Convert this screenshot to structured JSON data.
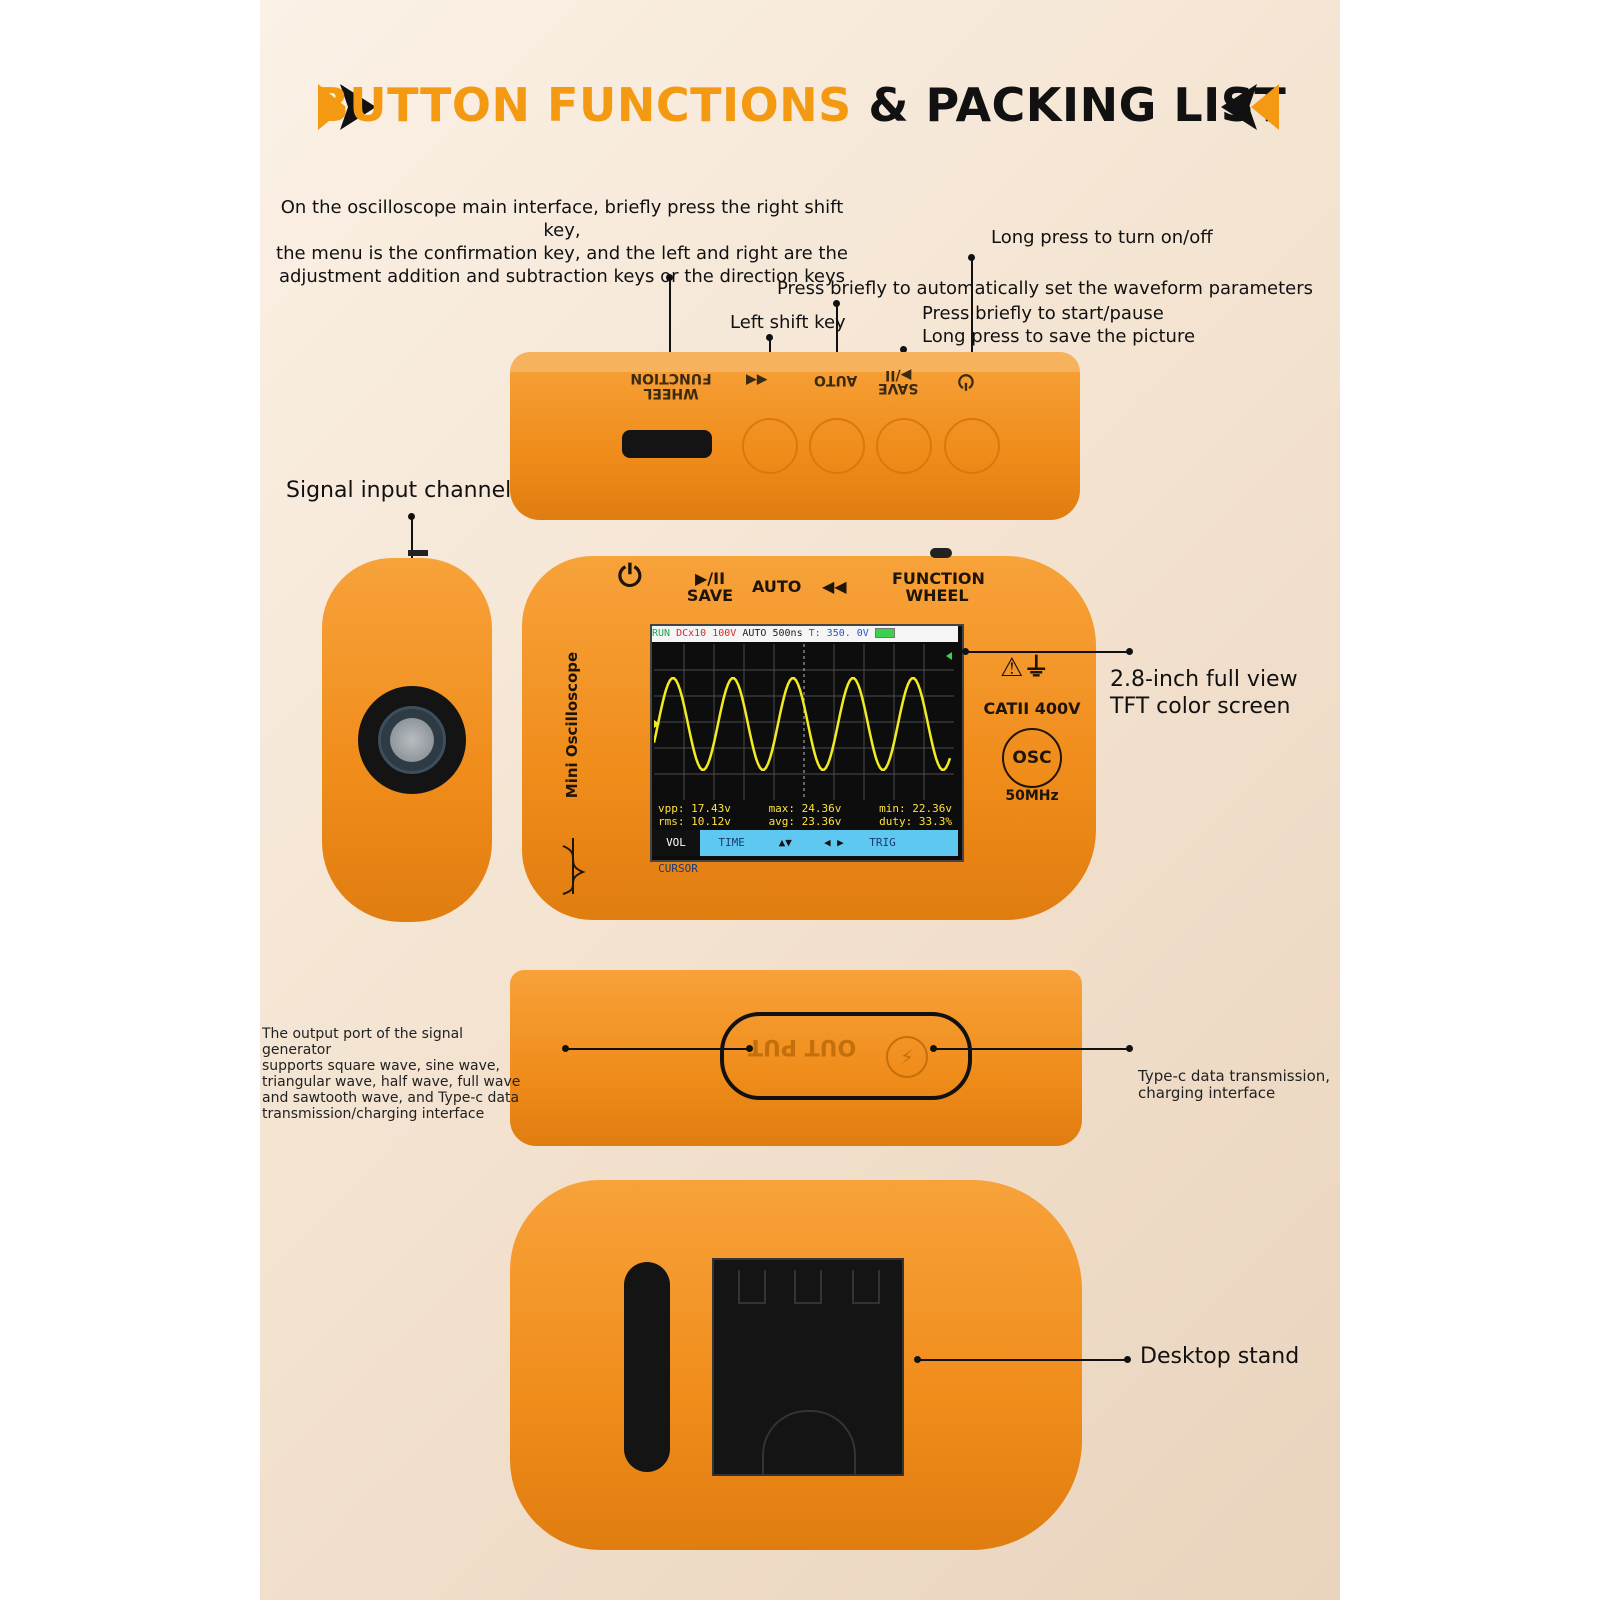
{
  "title": {
    "part1": "BUTTON FUNCTIONS",
    "part2": "& PACKING LIST"
  },
  "colors": {
    "accent": "#f39a12",
    "device": "#f39a2a",
    "text": "#111111"
  },
  "annotations": {
    "main_interface_note": [
      "On the oscilloscope main interface, briefly press the right shift key,",
      "the menu is the confirmation key, and the left and right are the",
      "adjustment addition and subtraction keys or the direction keys"
    ],
    "power": "Long press to turn on/off",
    "auto": "Press briefly to automatically set the waveform parameters",
    "save_line1": "Press briefly to start/pause",
    "save_line2": "Long press to save the picture",
    "left_shift": "Left shift key",
    "signal_input": "Signal input channel",
    "screen_line1": "2.8-inch full view",
    "screen_line2": "TFT color screen",
    "output_port": [
      "The output port of the signal generator",
      "supports square wave, sine wave,",
      "triangular wave, half wave, full wave",
      "and sawtooth wave, and Type-c data",
      "transmission/charging interface"
    ],
    "typec_line1": "Type-c data transmission,",
    "typec_line2": "charging interface",
    "desktop_stand": "Desktop stand"
  },
  "top_view": {
    "function_wheel_1": "FUNCTION",
    "function_wheel_2": "WHEEL",
    "auto": "AUTO",
    "save": "SAVE"
  },
  "front": {
    "save": "SAVE",
    "auto": "AUTO",
    "function_1": "FUNCTION",
    "function_2": "WHEEL",
    "brand": "Mini Oscilloscope",
    "rating": "CATII 400V",
    "badge": "OSC",
    "bandwidth": "50MHz"
  },
  "screen": {
    "run": "RUN",
    "coupling": "DCx10",
    "volt": "100V",
    "mode": "AUTO",
    "timebase": "500ns",
    "trigger": "T: 350. 0V",
    "stats": {
      "vpp": "vpp: 17.43v",
      "max": "max: 24.36v",
      "min": "min: 22.36v",
      "rms": "rms: 10.12v",
      "avg": "avg: 23.36v",
      "duty": "duty: 33.3%"
    },
    "menu": {
      "vol": "VOL",
      "time": "TIME",
      "trig": "TRIG",
      "cursor": "CURSOR"
    }
  },
  "bottom_view": {
    "port_text": "OUT PUT"
  }
}
